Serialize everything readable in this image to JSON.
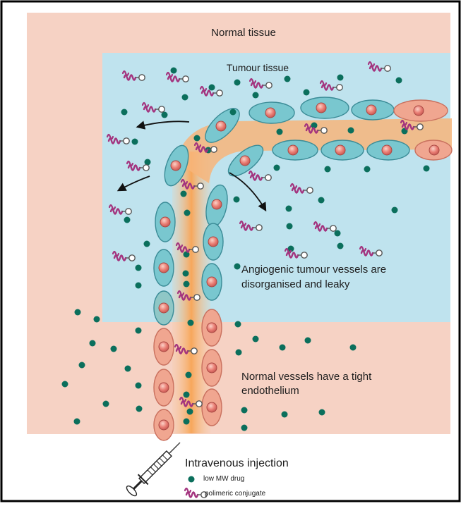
{
  "regions": {
    "normal_tissue": "Normal tissue",
    "tumour_tissue": "Tumour tissue"
  },
  "annotations": {
    "angiogenic": "Angiogenic tumour vessels are disorganised and leaky",
    "normal_vessels": "Normal vessels have a tight endothelium",
    "injection": "Intravenous injection"
  },
  "legend": {
    "low_mw_drug": "low MW drug",
    "polymeric_conjugate": "polimeric conjugate"
  },
  "colors": {
    "normal_tissue": "#f6d2c4",
    "tumour_tissue": "#bfe3ee",
    "tumour_cell": "#79c7cf",
    "normal_cell": "#f0a690",
    "nucleus": "#e87a72",
    "lumen": "#f6b883",
    "drug": "#0b6f5c",
    "conjugate": "#a3337e"
  },
  "icons": [
    "syringe-icon",
    "low-mw-drug-icon",
    "polymeric-conjugate-icon",
    "leak-arrow-icon"
  ]
}
